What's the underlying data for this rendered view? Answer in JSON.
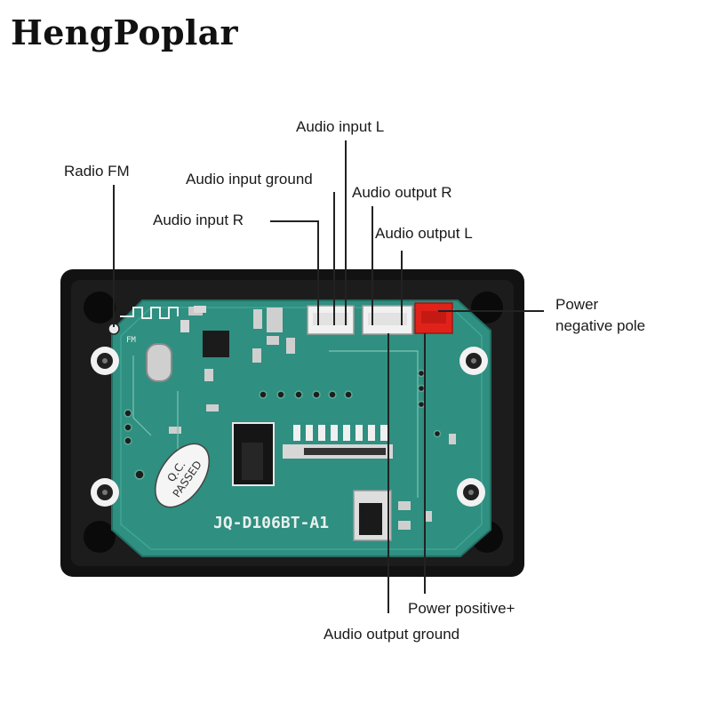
{
  "brand": "HengPoplar",
  "board": {
    "model": "JQ-D106BT-A1",
    "qc_stamp_line1": "Q.C.",
    "qc_stamp_line2": "PASSED",
    "fm_silk": "FM"
  },
  "labels": {
    "audio_input_l": "Audio input L",
    "radio_fm": "Radio FM",
    "audio_input_ground": "Audio input ground",
    "audio_output_r": "Audio output R",
    "audio_input_r": "Audio input R",
    "audio_output_l": "Audio output L",
    "power_negative_line1": "Power",
    "power_negative_line2": "negative pole",
    "power_positive": "Power positive+",
    "audio_output_ground": "Audio output ground"
  },
  "colors": {
    "pcb": "#2f8f80",
    "frame": "#121212",
    "power_connector": "#e0221b",
    "leader": "#222222"
  }
}
